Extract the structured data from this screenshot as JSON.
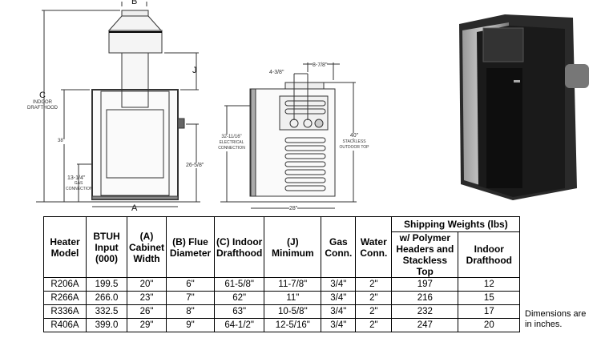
{
  "front_view": {
    "b": "B",
    "j": "J",
    "a": "A",
    "c": "C",
    "c_sub": "INDOOR DRAFTHOOD",
    "h38": "38\"",
    "gas": "13-1/4\"",
    "gas_sub": "GAS CONNECTION",
    "water": "26-5/8\""
  },
  "side_view": {
    "d1": "4-3/8\"",
    "d2": "8-7/8\"",
    "elec": "32-11/16\"",
    "elec_sub": "ELECTRICAL CONNECTION",
    "h40": "40\"",
    "h40_sub": "STACKLESS OUTDOOR TOP",
    "depth": "28\""
  },
  "table": {
    "group_header": "Shipping Weights (lbs)",
    "headers": [
      "Heater Model",
      "BTUH Input (000)",
      "(A) Cabinet Width",
      "(B) Flue Diameter",
      "(C) Indoor Drafthood",
      "(J) Minimum",
      "Gas Conn.",
      "Water Conn.",
      "w/ Polymer Headers and Stackless Top",
      "Indoor Drafthood"
    ],
    "rows": [
      [
        "R206A",
        "199.5",
        "20\"",
        "6\"",
        "61-5/8\"",
        "11-7/8\"",
        "3/4\"",
        "2\"",
        "197",
        "12"
      ],
      [
        "R266A",
        "266.0",
        "23\"",
        "7\"",
        "62\"",
        "11\"",
        "3/4\"",
        "2\"",
        "216",
        "15"
      ],
      [
        "R336A",
        "332.5",
        "26\"",
        "8\"",
        "63\"",
        "10-5/8\"",
        "3/4\"",
        "2\"",
        "232",
        "17"
      ],
      [
        "R406A",
        "399.0",
        "29\"",
        "9\"",
        "64-1/2\"",
        "12-5/16\"",
        "3/4\"",
        "2\"",
        "247",
        "20"
      ]
    ]
  },
  "note": "Dimensions are in inches."
}
